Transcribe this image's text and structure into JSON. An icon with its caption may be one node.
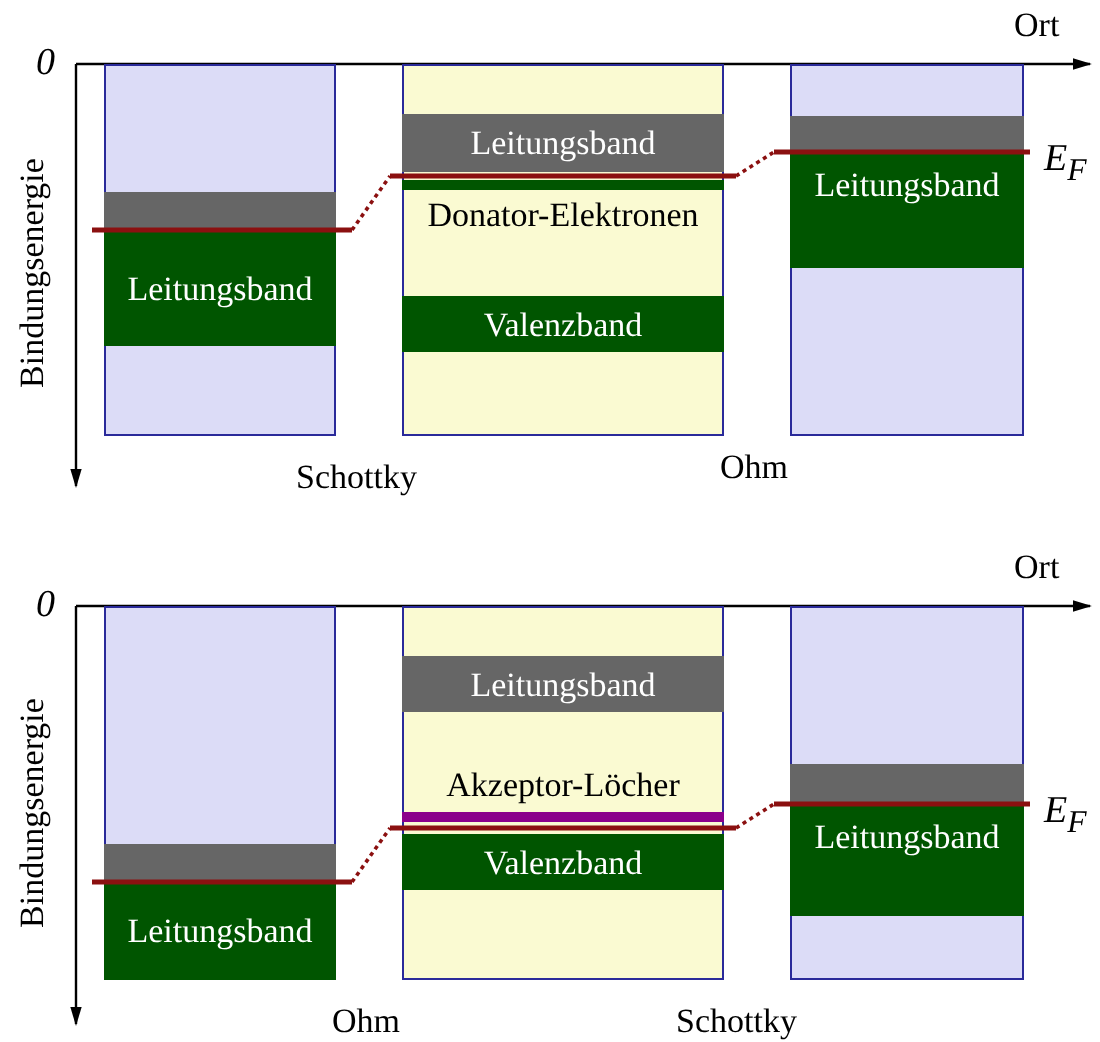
{
  "diagram": {
    "nodes": [
      {
        "text": [],
        "shape": "box"
      },
      {
        "text": [],
        "shape": "bar",
        "in": 0
      },
      {
        "text": [
          "Leitungsband"
        ],
        "in": 0
      },
      {
        "text": [],
        "shape": "box"
      },
      {
        "text": [
          "Leitungsband"
        ],
        "in": 3
      },
      {
        "text": [
          "Donator-Elektronen"
        ],
        "in": 3
      },
      {
        "text": [
          "Valenzband"
        ],
        "in": 3
      },
      {
        "text": [],
        "shape": "box"
      },
      {
        "text": [],
        "shape": "bar",
        "in": 7
      },
      {
        "text": [
          "Leitungsband"
        ],
        "in": 7
      },
      {
        "text": [],
        "shape": "box"
      },
      {
        "text": [],
        "shape": "bar",
        "in": 10
      },
      {
        "text": [
          "Leitungsband"
        ],
        "in": 10
      },
      {
        "text": [],
        "shape": "box"
      },
      {
        "text": [
          "Leitungsband"
        ],
        "in": 13
      },
      {
        "text": [
          "Akzeptor-Löcher"
        ],
        "in": 13
      },
      {
        "text": [
          "Valenzband"
        ],
        "in": 13
      },
      {
        "text": [],
        "shape": "box"
      },
      {
        "text": [],
        "shape": "bar",
        "in": 17
      },
      {
        "text": [
          "Leitungsband"
        ],
        "in": 17
      }
    ],
    "labels": [
      "Ort",
      "0",
      "Bindungsenergie",
      "E$_{F}$",
      "Schottky",
      "Ohm",
      "Ort",
      "0",
      "Bindungsenergie",
      "E$_{F}$",
      "Ohm",
      "Schottky"
    ]
  }
}
